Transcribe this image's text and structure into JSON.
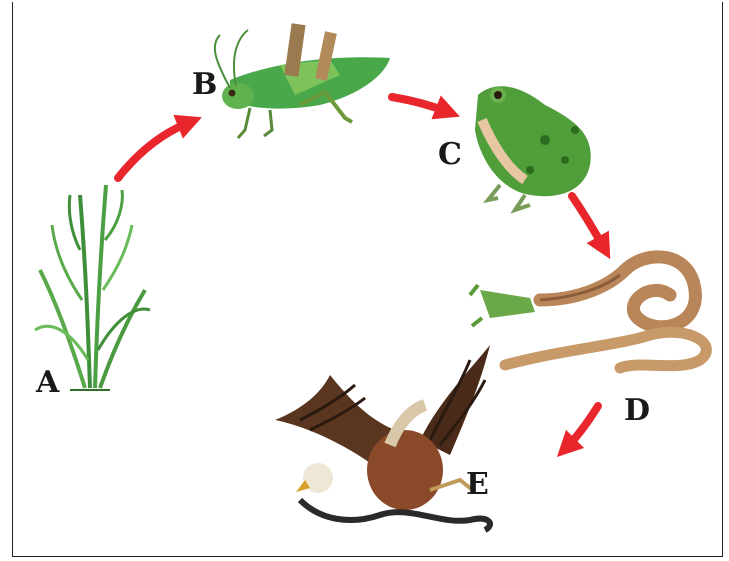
{
  "diagram": {
    "organisms": [
      {
        "label": "A",
        "icon": "grass-icon"
      },
      {
        "label": "B",
        "icon": "grasshopper-icon"
      },
      {
        "label": "C",
        "icon": "frog-icon"
      },
      {
        "label": "D",
        "icon": "snake-icon"
      },
      {
        "label": "E",
        "icon": "eagle-icon"
      }
    ],
    "arrow_color": "#e8262b"
  }
}
